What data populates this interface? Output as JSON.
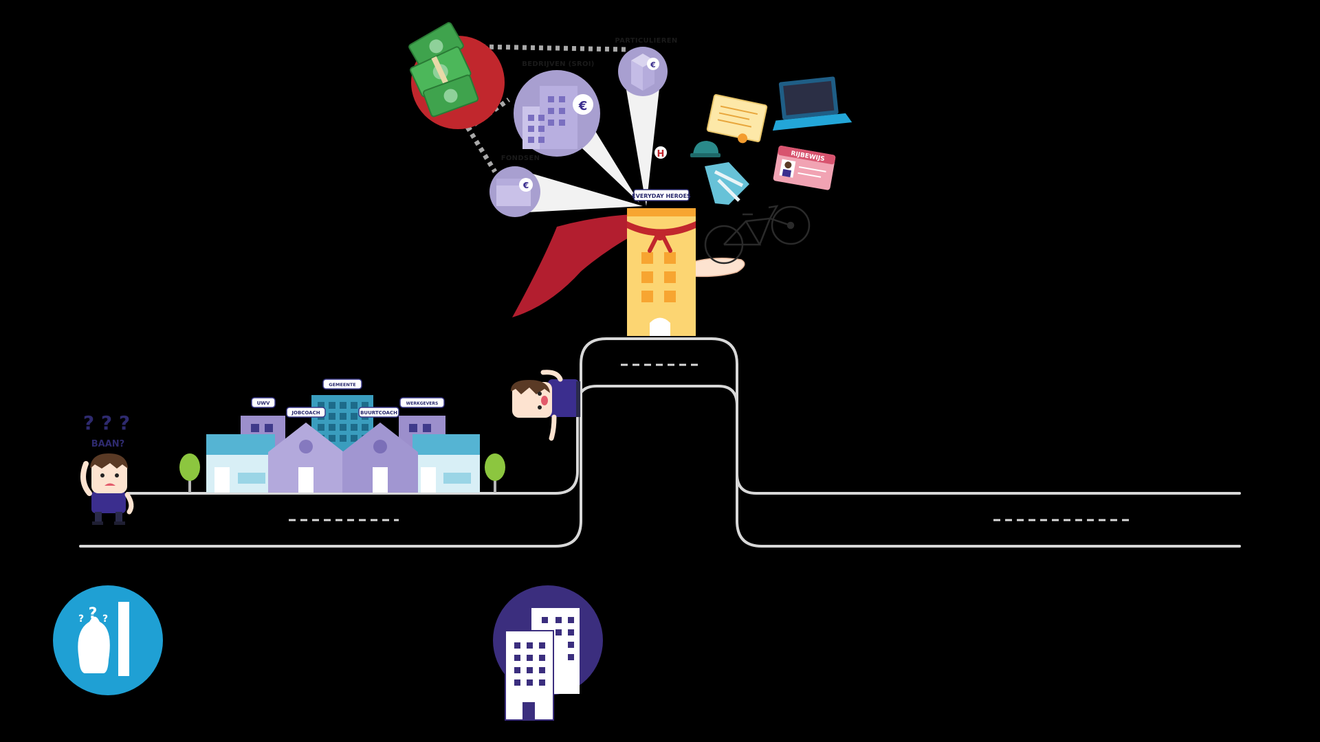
{
  "labels": {
    "particulieren": "PARTICULIEREN",
    "bedrijven": "BEDRIJVEN (SROI)",
    "fondsen": "FONDSEN",
    "everyday_heroes": "EVERYDAY HEROES",
    "question": "BAAN?",
    "uwv": "UWV",
    "jobcoach": "JOBCOACH",
    "buurtcoach": "BUURTCOACH",
    "gemeente": "GEMEENTE",
    "werkgevers": "WERKGEVERS",
    "rijbewijs": "RIJBEWIJS",
    "hospital_h": "H",
    "euro": "€",
    "qmarks": "?  ?  ?"
  },
  "colors": {
    "background": "#000000",
    "road": "#d8d8d8",
    "money_circle": "#c1272d",
    "cash_green": "#3fa34d",
    "hero_building": "#fcd572",
    "cape": "#b31e2f",
    "purple_light": "#a49bd3",
    "teal": "#4aaac8",
    "icon_blue": "#1fa0d4",
    "icon_purple": "#3b2e7e"
  },
  "icons": {
    "confused_person": "confused-person-icon",
    "office_buildings": "office-buildings-icon",
    "money": "cash-bundle-icon",
    "diploma": "diploma-icon",
    "laptop": "laptop-icon",
    "license": "drivers-license-icon",
    "helmet_vest": "safety-helmet-vest-icon",
    "bicycle": "bicycle-icon"
  }
}
